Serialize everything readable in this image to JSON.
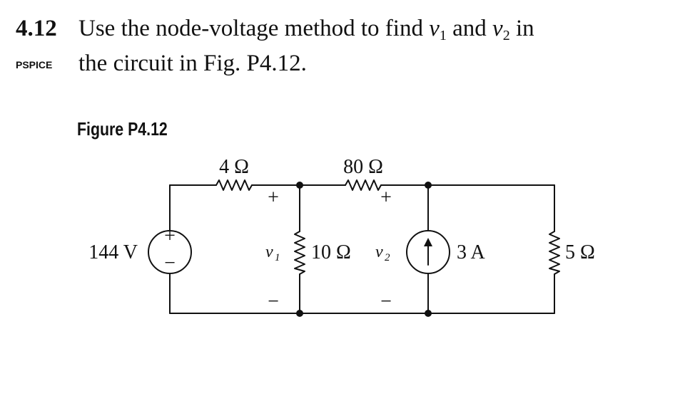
{
  "problem": {
    "number": "4.12",
    "tag": "PSPICE",
    "line1_prefix": "Use the node-voltage method to find ",
    "var1_symbol": "v",
    "var1_sub": "1",
    "conjunction": " and ",
    "var2_symbol": "v",
    "var2_sub": "2",
    "line1_suffix": " in",
    "line2": "the circuit in Fig. P4.12."
  },
  "figure": {
    "caption": "Figure P4.12",
    "labels": {
      "r_4": "4 Ω",
      "r_80": "80 Ω",
      "r_10": "10 Ω",
      "r_5": "5 Ω",
      "vsource": "144 V",
      "isource": "3 A",
      "v1_symbol": "v",
      "v1_sub": "1",
      "v2_symbol": "v",
      "v2_sub": "2",
      "plus": "+",
      "minus": "−"
    }
  }
}
